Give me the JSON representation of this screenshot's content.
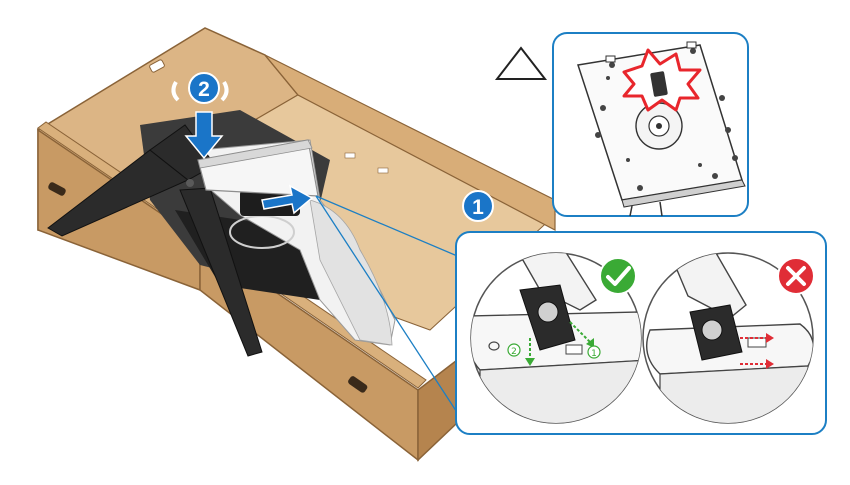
{
  "steps": [
    {
      "id": "step-1",
      "label": "1"
    },
    {
      "id": "step-2",
      "label": "2"
    }
  ],
  "detail_correct": {
    "arrow_labels": [
      "2",
      "1"
    ],
    "status": "correct"
  },
  "detail_incorrect": {
    "status": "incorrect"
  },
  "colors": {
    "cardboard": "#c89a64",
    "cardboard_dark": "#a77a47",
    "cardboard_inner": "#dcb585",
    "callout_blue": "#1c7fc4",
    "step_blue": "#1a75c8",
    "check_green": "#3aaa35",
    "error_red": "#e02d36",
    "warning_red": "#e8262c",
    "stand_black": "#2b2b2b",
    "arrow_green": "#3aaa35",
    "arrow_red": "#e02d36"
  }
}
